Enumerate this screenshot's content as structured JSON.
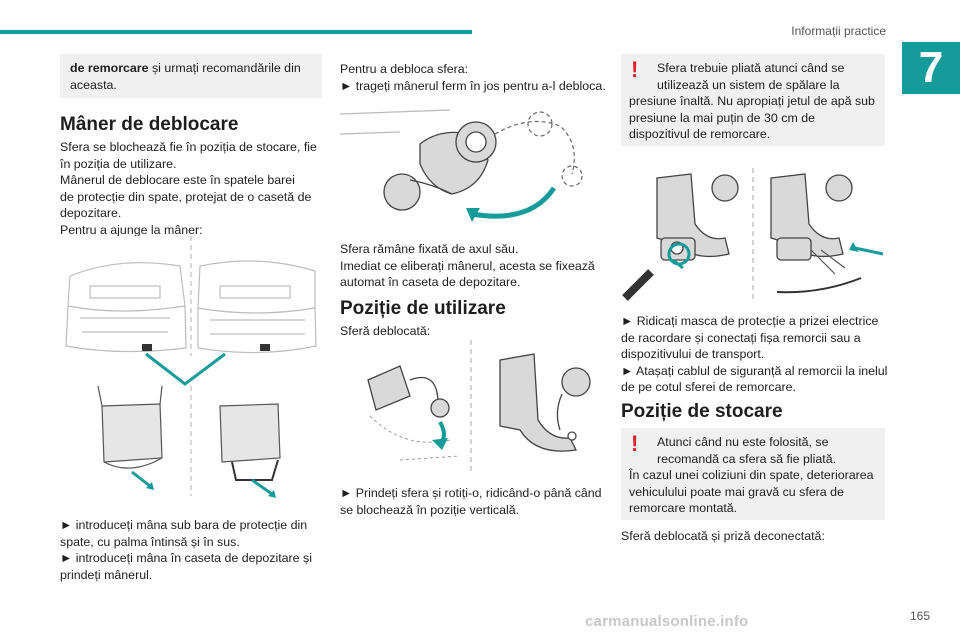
{
  "header": {
    "title": "Informații practice",
    "chapter": "7",
    "page_number": "165"
  },
  "watermark": "carmanualsonline.info",
  "col1": {
    "note_bold": "de remorcare",
    "note_rest": " și urmați recomandările din",
    "note_line2": "aceasta.",
    "heading": "Mâner de deblocare",
    "para_lines": [
      "Sfera se blochează fie în poziția de stocare, fie",
      "în poziția de utilizare.",
      "Mânerul de deblocare este în spatele barei",
      "de protecție din spate, protejat de o casetă de",
      "depozitare.",
      "Pentru a ajunge la mâner:"
    ],
    "steps_lines": [
      "► introduceți mâna sub bara de protecție din",
      "spate, cu palma întinsă și în sus.",
      "► introduceți mâna în caseta de depozitare și",
      "prindeți mânerul."
    ]
  },
  "col2": {
    "intro_lines": [
      "Pentru a debloca sfera:",
      "► trageți mânerul ferm în jos pentru a-l debloca."
    ],
    "after_lines": [
      "Sfera rămâne fixată de axul său.",
      "Imediat ce eliberați mânerul, acesta se fixează",
      "automat în caseta de depozitare."
    ],
    "heading": "Poziție de utilizare",
    "sub": "Sferă deblocată:",
    "steps_lines": [
      "► Prindeți sfera și rotiți-o, ridicând-o până când",
      "se blochează în poziție verticală."
    ]
  },
  "col3": {
    "warn1_lines": [
      "Sfera trebuie pliată atunci când se",
      "utilizează un sistem de spălare la",
      "presiune înaltă.",
      "Nu apropiați jetul de apă sub presiune la mai",
      "puțin de 30 cm de dispozitivul de remorcare."
    ],
    "steps_lines": [
      "► Ridicați masca de protecție a prizei electrice",
      "de racordare și conectați fișa remorcii sau a",
      "dispozitivului de transport.",
      "► Atașați cablul de siguranță al remorcii la inelul",
      "de pe cotul sferei de remorcare."
    ],
    "heading": "Poziție de stocare",
    "warn2_lines": [
      "Atunci când nu este folosită, se",
      "recomandă ca sfera să fie pliată.",
      "În cazul unei coliziuni din spate, deteriorarea",
      "vehiculului poate mai gravă cu sfera de",
      "remorcare montată."
    ],
    "sub": "Sferă deblocată și priză deconectată:"
  },
  "colors": {
    "accent": "#169b9b",
    "warning": "#e0202a",
    "note_bg": "#f0f0f0"
  }
}
